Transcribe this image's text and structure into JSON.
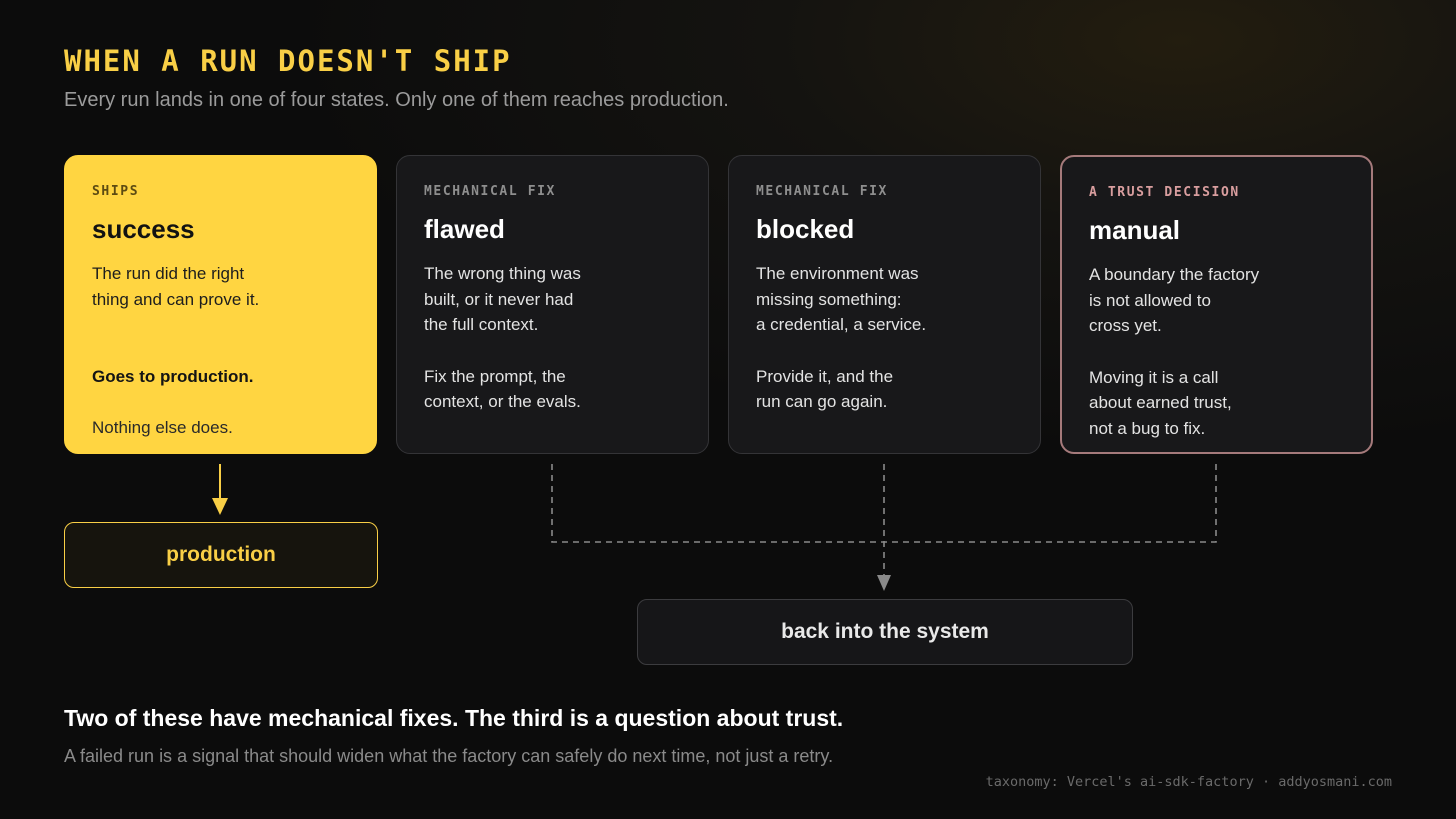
{
  "header": {
    "title": "WHEN A RUN DOESN'T SHIP",
    "subtitle": "Every run lands in one of four states. Only one of them reaches production."
  },
  "cards": [
    {
      "kicker": "SHIPS",
      "state": "success",
      "body": "The run did the right\nthing and can prove it.",
      "note_strong": "Goes to production.",
      "note": "Nothing else does."
    },
    {
      "kicker": "MECHANICAL FIX",
      "state": "flawed",
      "body": "The wrong thing was\nbuilt, or it never had\nthe full context.",
      "note": "Fix the prompt, the\ncontext, or the evals."
    },
    {
      "kicker": "MECHANICAL FIX",
      "state": "blocked",
      "body": "The environment was\nmissing something:\na credential, a service.",
      "note": "Provide it, and the\nrun can go again."
    },
    {
      "kicker": "A TRUST DECISION",
      "state": "manual",
      "body": "A boundary the factory\nis not allowed to\ncross yet.",
      "note": "Moving it is a call\nabout earned trust,\nnot a bug to fix."
    }
  ],
  "destinations": {
    "production": "production",
    "back": "back into the system"
  },
  "footer": {
    "takeaway": "Two of these have mechanical fixes. The third is a question about trust.",
    "detail": "A failed run is a signal that should widen what the factory can safely do next time, not just a retry.",
    "credit": "taxonomy: Vercel's ai-sdk-factory · addyosmani.com"
  },
  "colors": {
    "accent": "#f9cf46",
    "card_ships": "#ffd541",
    "trust_border": "#a57a7b",
    "trust_kicker": "#d99e9f",
    "connector": "#8a8a8a"
  }
}
